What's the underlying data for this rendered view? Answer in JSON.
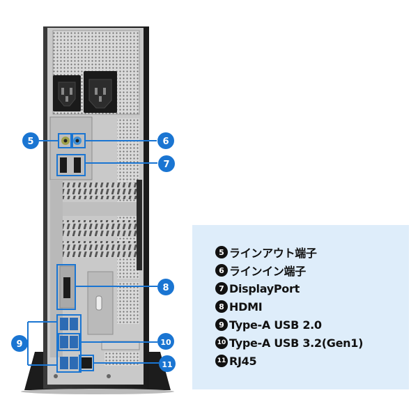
{
  "accent_color": "#1a75d2",
  "callouts": [
    {
      "number": "5"
    },
    {
      "number": "6"
    },
    {
      "number": "7"
    },
    {
      "number": "8"
    },
    {
      "number": "9"
    },
    {
      "number": "10"
    },
    {
      "number": "11"
    }
  ],
  "legend": {
    "items": [
      {
        "number": "5",
        "label": "ラインアウト端子"
      },
      {
        "number": "6",
        "label": "ラインイン端子"
      },
      {
        "number": "7",
        "label": "DisplayPort"
      },
      {
        "number": "8",
        "label": "HDMI"
      },
      {
        "number": "9",
        "label": "Type-A USB 2.0"
      },
      {
        "number": "10",
        "label": "Type-A USB 3.2(Gen1)"
      },
      {
        "number": "11",
        "label": "RJ45"
      }
    ]
  }
}
